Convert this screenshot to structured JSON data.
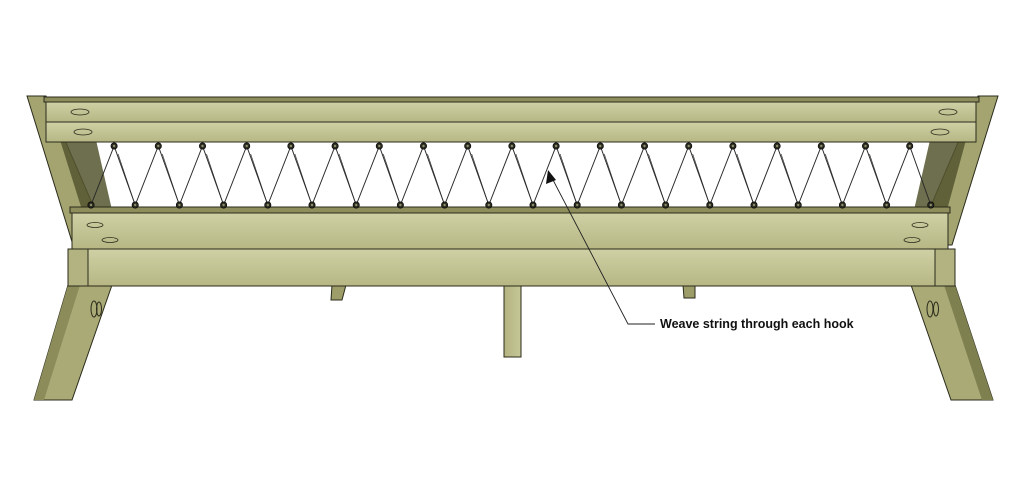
{
  "diagram": {
    "callout": {
      "text": "Weave string through each hook"
    },
    "hooks": {
      "top_count": 19,
      "bottom_count": 20
    },
    "colors": {
      "wood_light": "#c7c89b",
      "wood_mid": "#b5b683",
      "wood_dark": "#8d8e5b",
      "wood_shadow": "#55562f",
      "edge": "#2b2b1c",
      "string": "#2a2a2a"
    }
  }
}
